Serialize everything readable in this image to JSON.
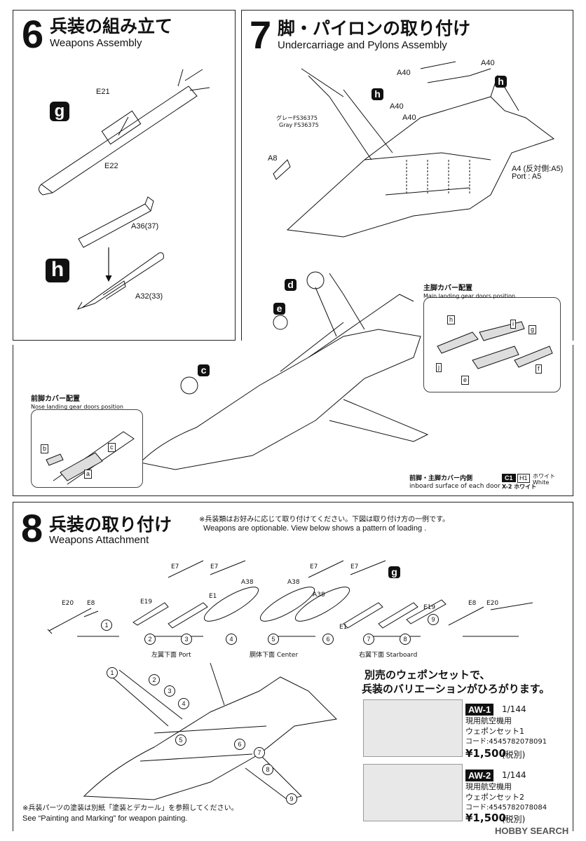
{
  "step6": {
    "number": "6",
    "title_jp": "兵装の組み立て",
    "title_en": "Weapons Assembly",
    "badge_g": "g",
    "badge_h": "h",
    "labels": {
      "e21": "E21",
      "e22": "E22",
      "a36": "A36(37)",
      "a32": "A32(33)"
    }
  },
  "step7": {
    "number": "7",
    "title_jp": "脚・パイロンの取り付け",
    "title_en": "Undercarriage and Pylons Assembly",
    "labels": {
      "a40": "A40",
      "a8": "A8",
      "a4_jp": "A4 (反対側:A5)",
      "a4_en": "Port : A5",
      "gray_jp": "グレーFS36375",
      "gray_en": "Gray FS36375"
    },
    "badge_h": "h",
    "badge_d": "d",
    "badge_e": "e",
    "badge_c": "c",
    "main_doors": {
      "title_jp": "主脚カバー配置",
      "title_en": "Main landing gear doors position",
      "letters": [
        "h",
        "i",
        "g",
        "j",
        "e",
        "f"
      ]
    },
    "nose_doors": {
      "title_jp": "前脚カバー配置",
      "title_en": "Nose landing gear doors position",
      "letters": [
        "b",
        "c",
        "a"
      ]
    },
    "inboard": {
      "jp": "前脚・主脚カバー内側",
      "en": "inboard surface of each door",
      "c1": "C1",
      "h1": "H1",
      "white_jp": "ホワイト",
      "white_en": "White",
      "x2": "X-2 ホワイト"
    }
  },
  "step8": {
    "number": "8",
    "title_jp": "兵装の取り付け",
    "title_en": "Weapons Attachment",
    "note_jp": "※兵装類はお好みに応じて取り付けてください。下図は取り付け方の一例です。",
    "note_en": "Weapons are optionable. View below shows a pattern of loading .",
    "badge_g": "g",
    "parts": {
      "e20": "E20",
      "e8": "E8",
      "e19": "E19",
      "e7": "E7",
      "e1": "E1",
      "a38": "A38"
    },
    "stations": [
      "1",
      "2",
      "3",
      "4",
      "5",
      "6",
      "7",
      "8",
      "9"
    ],
    "port": "左翼下面 Port",
    "center": "胴体下面 Center",
    "starboard": "右翼下面 Starboard",
    "footnote_jp": "※兵装パーツの塗装は別紙「塗装とデカール」を参照してください。",
    "footnote_en": "See “Painting and Marking” for weapon painting.",
    "ad": {
      "headline1": "別売のウェポンセットで、",
      "headline2": "兵装のバリエーションがひろがります。",
      "products": [
        {
          "code": "AW-1",
          "scale": "1/144",
          "name1": "現用航空機用",
          "name2": "ウェポンセット1",
          "barcode": "コード:4545782078091",
          "price": "¥1,500",
          "tax": "(税別)"
        },
        {
          "code": "AW-2",
          "scale": "1/144",
          "name1": "現用航空機用",
          "name2": "ウェポンセット2",
          "barcode": "コード:4545782078084",
          "price": "¥1,500",
          "tax": "(税別)"
        }
      ]
    }
  },
  "watermark": "HOBBY SEARCH"
}
